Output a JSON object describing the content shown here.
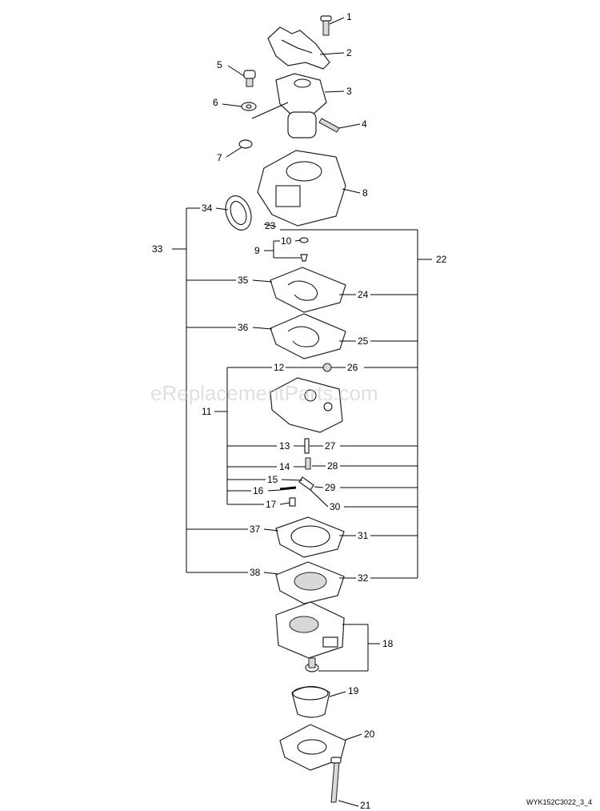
{
  "watermark": "eReplacementParts.com",
  "diagram_code": "WYK152C3022_3_4",
  "callouts": {
    "c1": "1",
    "c2": "2",
    "c3": "3",
    "c4": "4",
    "c5": "5",
    "c6": "6",
    "c7": "7",
    "c8": "8",
    "c9": "9",
    "c10": "10",
    "c11": "11",
    "c12": "12",
    "c13": "13",
    "c14": "14",
    "c15": "15",
    "c16": "16",
    "c17": "17",
    "c18": "18",
    "c19": "19",
    "c20": "20",
    "c21": "21",
    "c22": "22",
    "c23": "23",
    "c24": "24",
    "c25": "25",
    "c26": "26",
    "c27": "27",
    "c28": "28",
    "c29": "29",
    "c30": "30",
    "c31": "31",
    "c32": "32",
    "c33": "33",
    "c34": "34",
    "c35": "35",
    "c36": "36",
    "c37": "37",
    "c38": "38"
  }
}
